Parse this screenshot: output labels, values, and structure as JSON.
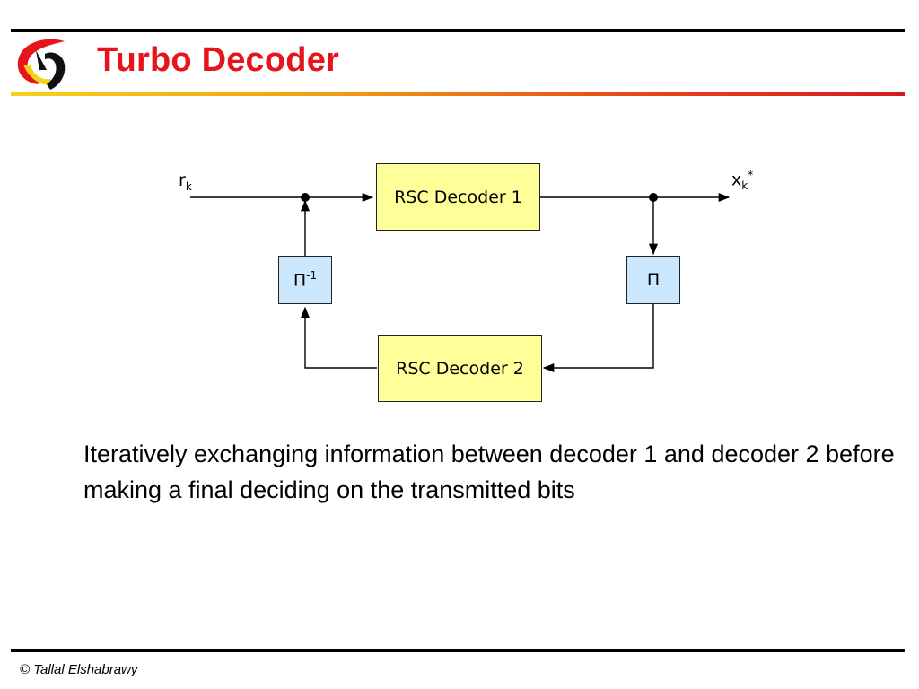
{
  "header": {
    "title": "Turbo Decoder"
  },
  "diagram": {
    "blocks": {
      "rsc_decoder_1": "RSC Decoder 1",
      "rsc_decoder_2": "RSC Decoder 2",
      "interleaver": "Π",
      "deinterleaver_base": "Π",
      "deinterleaver_sup": "-1"
    },
    "input_label": {
      "base": "r",
      "sub": "k"
    },
    "output_label": {
      "base": "x",
      "sub": "k",
      "sup": "*"
    }
  },
  "body": {
    "text": "Iteratively exchanging information between decoder 1 and decoder 2 before making a final deciding on the transmitted bits"
  },
  "footer": {
    "copyright": "© Tallal Elshabrawy"
  },
  "colors": {
    "title": "#e8141c",
    "rsc_block": "#ffff99",
    "permuter_block": "#cce8ff",
    "rule_gradient_start": "#f5d21a",
    "rule_gradient_end": "#d71920"
  }
}
